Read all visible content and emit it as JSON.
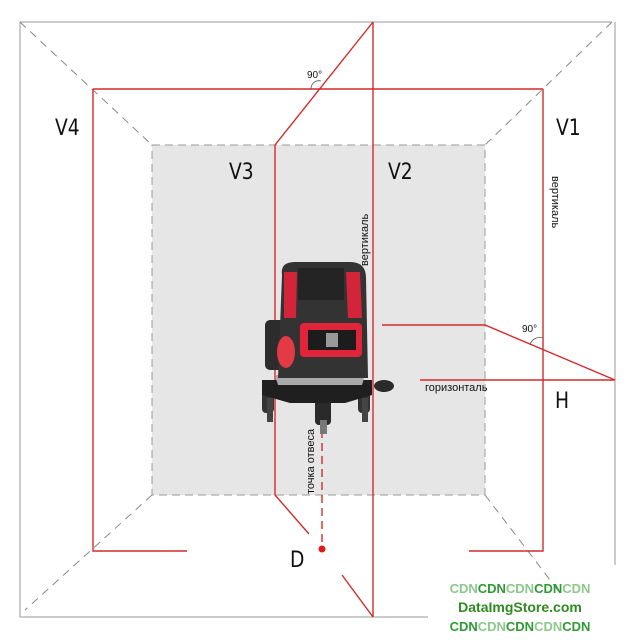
{
  "labels": {
    "v1": "V1",
    "v2": "V2",
    "v3": "V3",
    "v4": "V4",
    "h": "H",
    "d": "D"
  },
  "annotations": {
    "angle_top": "90°",
    "angle_right": "90°",
    "vertical_v2": "вертикаль",
    "vertical_v1": "вертикаль",
    "horizontal": "горизонталь",
    "plumb_point": "точка отвеса"
  },
  "watermark": {
    "line1": [
      "CDN",
      "CDN",
      "CDN",
      "CDN",
      "CDN"
    ],
    "line2": "DataImgStore.com",
    "line3": [
      "CDN",
      "CDN",
      "CDN",
      "CDN",
      "CDN"
    ]
  },
  "colors": {
    "laser": "#d42a2a",
    "frame": "#888888",
    "wall": "#e6e6e6"
  }
}
